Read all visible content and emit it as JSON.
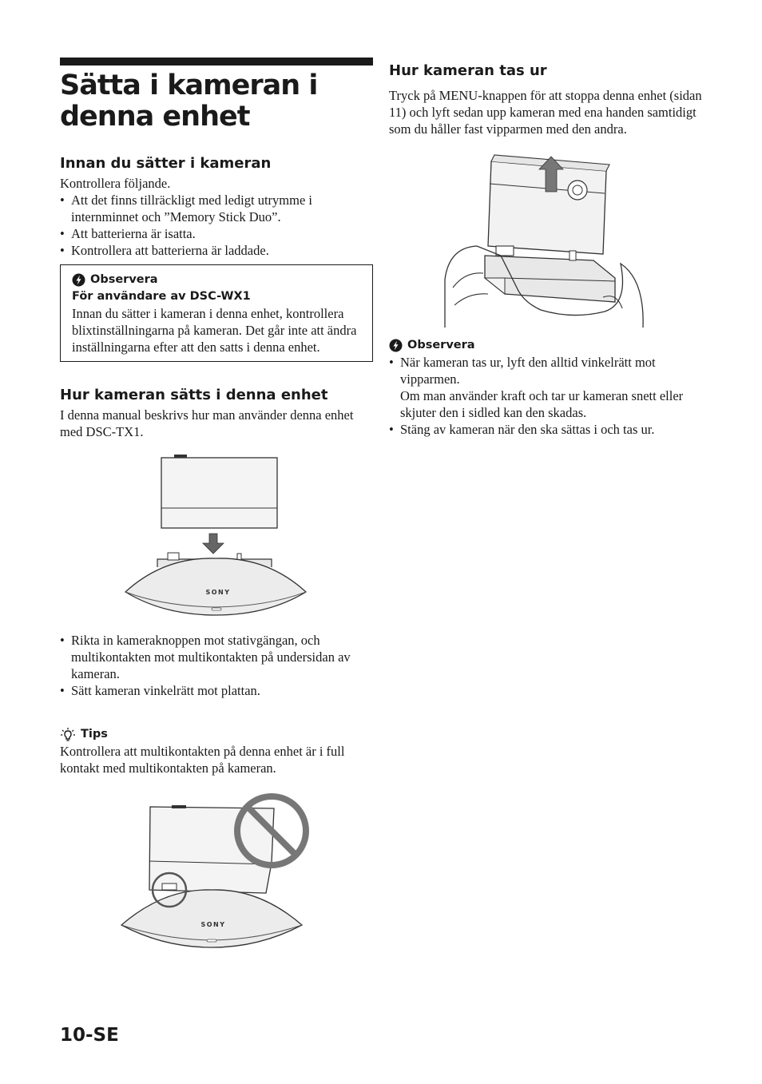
{
  "title": "Sätta i kameran i denna enhet",
  "section1": {
    "heading": "Innan du sätter i kameran",
    "intro": "Kontrollera följande.",
    "bullets": [
      "Att det finns tillräckligt med ledigt utrymme i internminnet och ”Memory Stick Duo”.",
      "Att batterierna är isatta.",
      "Kontrollera att batterierna är laddade."
    ]
  },
  "note1": {
    "label": "Observera",
    "subheading": "För användare av DSC-WX1",
    "text": "Innan du sätter i kameran i denna enhet, kontrollera blixtinställningarna på kameran. Det går inte att ändra inställningarna efter att den satts i denna enhet."
  },
  "section2": {
    "heading": "Hur kameran sätts i denna enhet",
    "intro": "I denna manual beskrivs hur man använder denna enhet med DSC-TX1.",
    "bullets": [
      "Rikta in kameraknoppen mot stativgängan, och multikontakten mot multikontakten på undersidan av kameran.",
      "Sätt kameran vinkelrätt mot plattan."
    ]
  },
  "tips": {
    "label": "Tips",
    "text": "Kontrollera att multikontakten på denna enhet är i full kontakt med multikontakten på kameran."
  },
  "section3": {
    "heading": "Hur kameran tas ur",
    "intro": "Tryck på MENU-knappen för att stoppa denna enhet (sidan 11) och lyft sedan upp kameran med ena handen samtidigt som du håller fast vipparmen med den andra."
  },
  "note2": {
    "label": "Observera",
    "bullet1_line1": "När kameran tas ur, lyft den alltid vinkelrätt mot vipparmen.",
    "bullet1_line2": "Om man använder kraft och tar ur kameran snett eller skjuter den i sidled kan den skadas.",
    "bullet2": "Stäng av kameran när den ska sättas i och tas ur."
  },
  "brand_logo": "SONY",
  "bullet_char": "•",
  "page_number": "10-SE"
}
